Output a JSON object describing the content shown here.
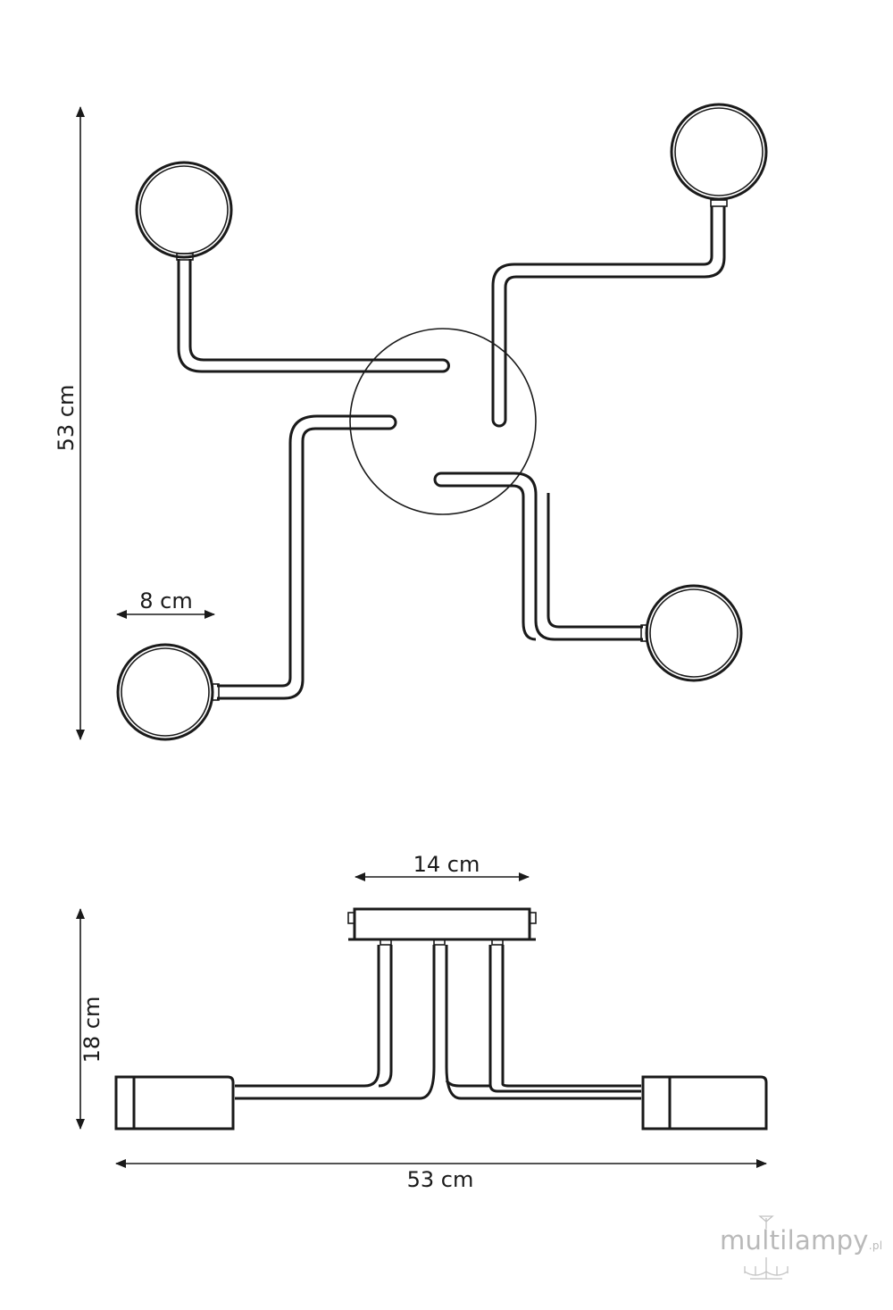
{
  "dimensions": {
    "top_height": "53 cm",
    "arm_length": "8 cm",
    "canopy_width": "14 cm",
    "side_height": "18 cm",
    "total_width": "53 cm"
  },
  "logo": {
    "brand": "multilampy",
    "tld": ".pl",
    "icon": "chandelier-icon"
  },
  "colors": {
    "line": "#1a1a1a",
    "logo": "#b9b9b9"
  }
}
